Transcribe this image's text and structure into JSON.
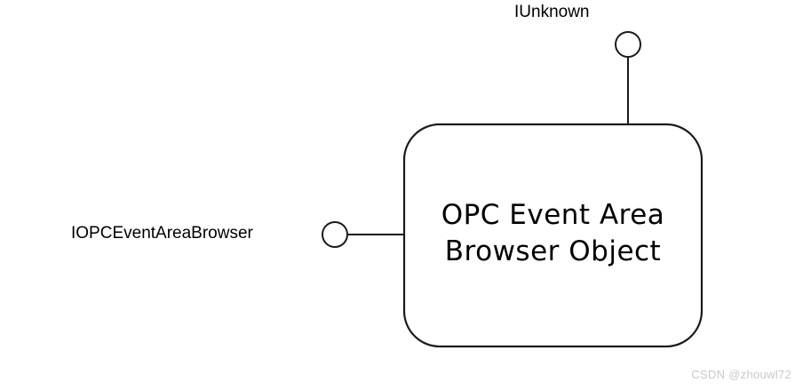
{
  "diagram": {
    "type": "com-component-lollipop-diagram",
    "background_color": "#ffffff",
    "stroke_color": "#1a1a1a",
    "component": {
      "name_line_1": "OPC Event Area",
      "name_line_2": "Browser Object",
      "shape": "rounded-rectangle",
      "fill_color": "#ffffff",
      "border_color": "#1a1a1a"
    },
    "interfaces": [
      {
        "label": "IUnknown",
        "position": "top",
        "connector": "lollipop"
      },
      {
        "label": "IOPCEventAreaBrowser",
        "position": "left",
        "connector": "lollipop"
      }
    ]
  },
  "watermark": {
    "text": "CSDN @zhouwl72",
    "color": "#c9c9c9"
  }
}
